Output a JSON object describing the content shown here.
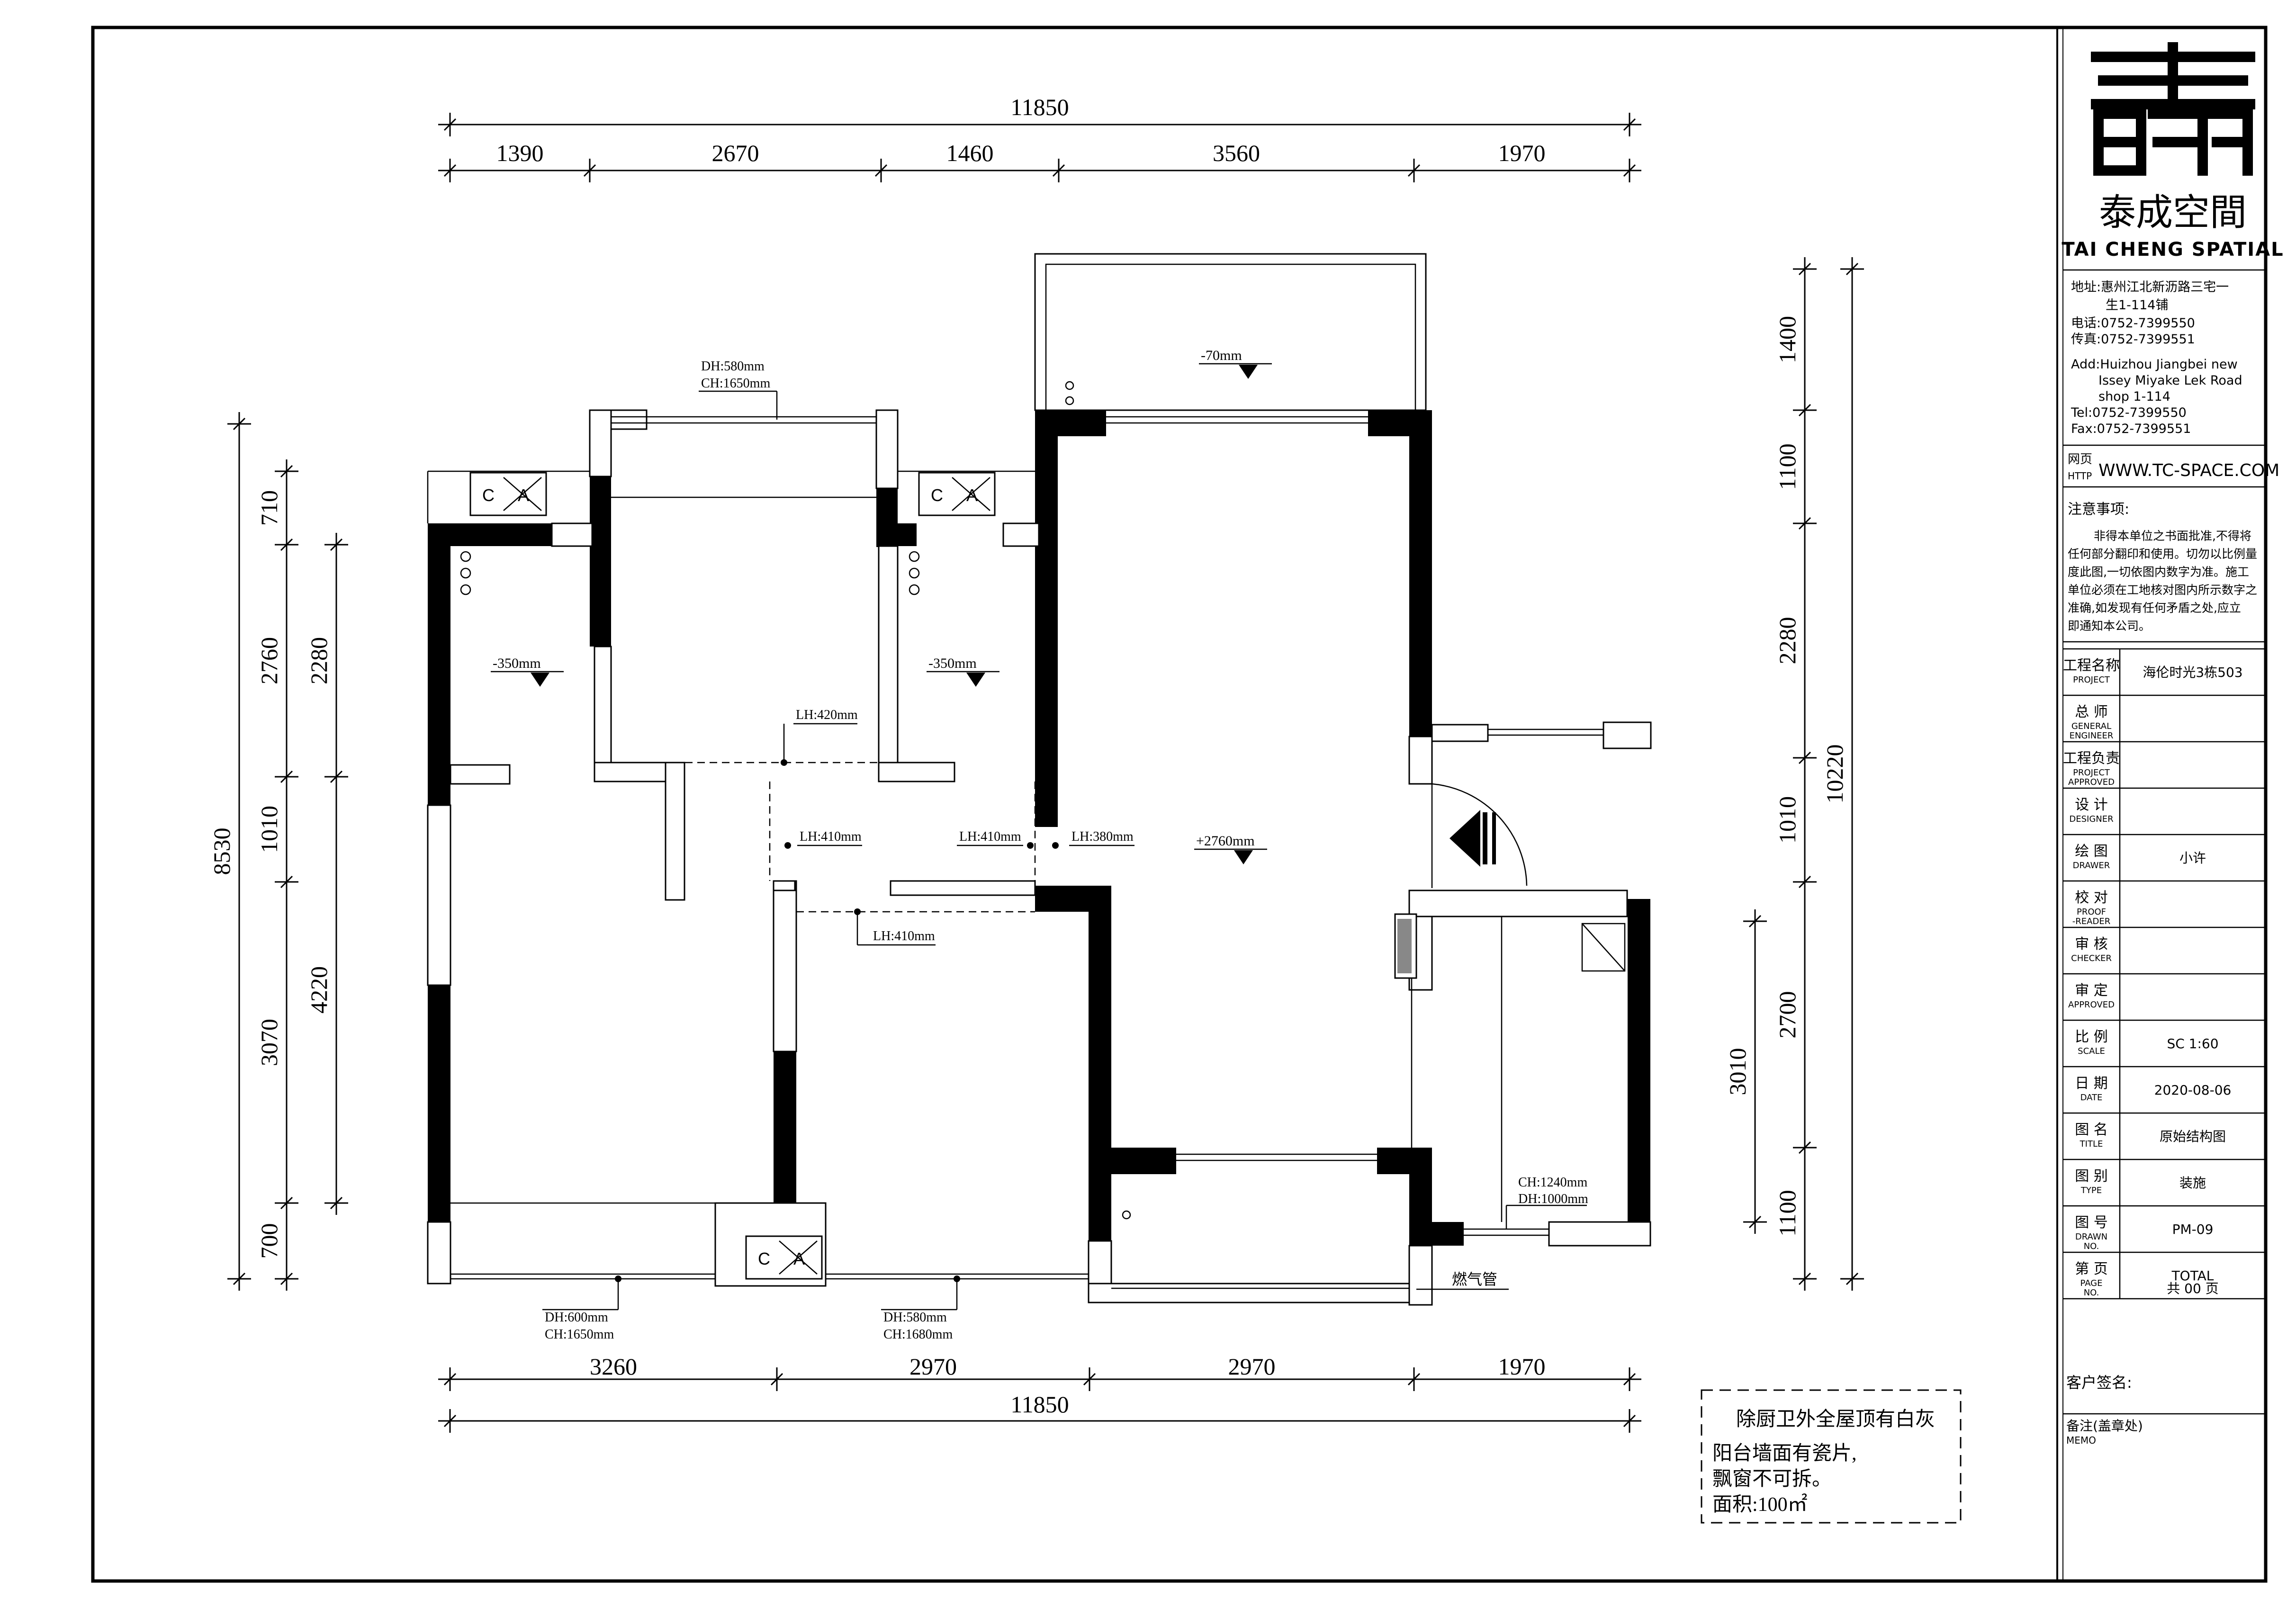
{
  "brand": {
    "logo_glyph": "泰",
    "name_cn": "泰成空間",
    "name_en": "TAI CHENG SPATIAL"
  },
  "contact": {
    "address_cn_1": "地址:惠州江北新沥路三宅一",
    "address_cn_2": "生1-114铺",
    "phone_cn": "电话:0752-7399550",
    "fax_cn": "传真:0752-7399551",
    "address_en_1": "Add:Huizhou Jiangbei new",
    "address_en_2": "Issey Miyake Lek Road",
    "address_en_3": "shop 1-114",
    "phone_en": "Tel:0752-7399550",
    "fax_en": "Fax:0752-7399551",
    "web_label_cn": "网页",
    "web_label_en": "HTTP",
    "web_url": "WWW.TC-SPACE.COM"
  },
  "notice": {
    "title": "注意事项:",
    "lines": [
      "非得本单位之书面批准,不得将",
      "任何部分翻印和使用。切勿以比例量",
      "度此图,一切依图内数字为准。施工",
      "单位必须在工地核对图内所示数字之",
      "准确,如发现有任何矛盾之处,应立",
      "即通知本公司。"
    ]
  },
  "title_block": {
    "rows": [
      {
        "label_cn": "工程名称",
        "label_en": "PROJECT",
        "value": "海伦时光3栋503"
      },
      {
        "label_cn": "总  师",
        "label_en": "GENERAL ENGINEER",
        "value": ""
      },
      {
        "label_cn": "工程负责",
        "label_en": "PROJECT APPROVED",
        "value": ""
      },
      {
        "label_cn": "设  计",
        "label_en": "DESIGNER",
        "value": ""
      },
      {
        "label_cn": "绘  图",
        "label_en": "DRAWER",
        "value": "小许"
      },
      {
        "label_cn": "校  对",
        "label_en": "PROOF -READER",
        "value": ""
      },
      {
        "label_cn": "审  核",
        "label_en": "CHECKER",
        "value": ""
      },
      {
        "label_cn": "审  定",
        "label_en": "APPROVED",
        "value": ""
      },
      {
        "label_cn": "比  例",
        "label_en": "SCALE",
        "value": "SC 1:60"
      },
      {
        "label_cn": "日  期",
        "label_en": "DATE",
        "value": "2020-08-06"
      },
      {
        "label_cn": "图  名",
        "label_en": "TITLE",
        "value": "原始结构图"
      },
      {
        "label_cn": "图  别",
        "label_en": "TYPE",
        "value": "装施"
      },
      {
        "label_cn": "图  号",
        "label_en": "DRAWN NO.",
        "value": "PM-09"
      },
      {
        "label_cn": "第  页",
        "label_en": "PAGE NO.",
        "value": "TOTAL"
      }
    ],
    "page_total": "共 00 页",
    "client_sign": "客户签名:",
    "memo_cn": "备注(盖章处)",
    "memo_en": "MEMO"
  },
  "dimensions": {
    "top_total": "11850",
    "top_segments": [
      "1390",
      "2670",
      "1460",
      "3560",
      "1970"
    ],
    "bottom_total": "11850",
    "bottom_segments": [
      "3260",
      "2970",
      "2970",
      "1970"
    ],
    "left_total": "8530",
    "left_outer": [
      "710",
      "2760",
      "1010",
      "3070",
      "700"
    ],
    "left_inner": [
      "2280",
      "4220"
    ],
    "right_total": "10220",
    "right_outer": [
      "1400",
      "1100",
      "2280",
      "1010",
      "2700",
      "1100"
    ],
    "right_inner": [
      "3010"
    ]
  },
  "annotations": {
    "win_top_dh": "DH:580mm",
    "win_top_ch": "CH:1650mm",
    "level_balcony": "-70mm",
    "level_bath_left": "-350mm",
    "level_bath_mid": "-350mm",
    "level_living": "+2760mm",
    "beam_420": "LH:420mm",
    "beam_410_a": "LH:410mm",
    "beam_410_b": "LH:410mm",
    "beam_380": "LH:380mm",
    "beam_410_c": "LH:410mm",
    "win_kitchen_ch": "CH:1240mm",
    "win_kitchen_dh": "DH:1000mm",
    "win_bl_dh": "DH:600mm",
    "win_bl_ch": "CH:1650mm",
    "win_bm_dh": "DH:580mm",
    "win_bm_ch": "CH:1680mm",
    "gas_pipe": "燃气管",
    "ac_c": "C",
    "ac_a": "A"
  },
  "note": {
    "lines": [
      "除厨卫外全屋顶有白灰",
      "阳台墙面有瓷片,",
      "飘窗不可拆。",
      "面积:100㎡"
    ]
  }
}
